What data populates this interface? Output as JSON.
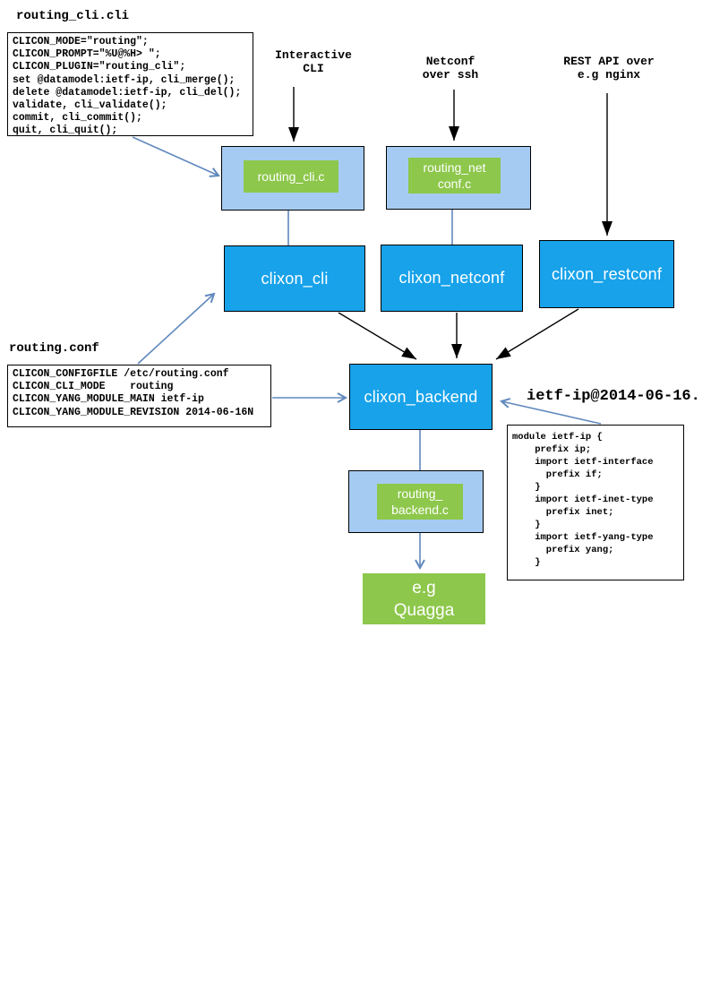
{
  "colors": {
    "node_blue": "#17A2EA",
    "panel_blue": "#A6CBF2",
    "green": "#8DC74B",
    "arrow_blue": "#6089BD",
    "line_black": "#000000"
  },
  "files": {
    "cli": {
      "title": "routing_cli.cli",
      "code": [
        "CLICON_MODE=\"routing\";",
        "CLICON_PROMPT=\"%U@%H> \";",
        "CLICON_PLUGIN=\"routing_cli\";",
        "set @datamodel:ietf-ip, cli_merge();",
        "delete @datamodel:ietf-ip, cli_del();",
        "validate, cli_validate();",
        "commit, cli_commit();",
        "quit, cli_quit();"
      ]
    },
    "conf": {
      "title": "routing.conf",
      "code": [
        "CLICON_CONFIGFILE /etc/routing.conf",
        "CLICON_CLI_MODE    routing",
        "CLICON_YANG_MODULE_MAIN ietf-ip",
        "CLICON_YANG_MODULE_REVISION 2014-06-16N"
      ]
    },
    "yang": {
      "title": "ietf-ip@2014-06-16.",
      "code": [
        "module ietf-ip {",
        "    prefix ip;",
        "    import ietf-interface",
        "      prefix if;",
        "    }",
        "    import ietf-inet-type",
        "      prefix inet;",
        "    }",
        "    import ietf-yang-type",
        "      prefix yang;",
        "    }"
      ]
    }
  },
  "labels": {
    "interactive_cli": "Interactive\nCLI",
    "netconf_ssh": "Netconf\nover ssh",
    "rest_api": "REST API over\ne.g nginx"
  },
  "nodes": {
    "routing_cli_c": "routing_cli.c",
    "routing_netconf_c": "routing_net\nconf.c",
    "clixon_cli": "clixon_cli",
    "clixon_netconf": "clixon_netconf",
    "clixon_restconf": "clixon_restconf",
    "clixon_backend": "clixon_backend",
    "routing_backend_c": "routing_\nbackend.c",
    "quagga": "e.g\nQuagga"
  }
}
